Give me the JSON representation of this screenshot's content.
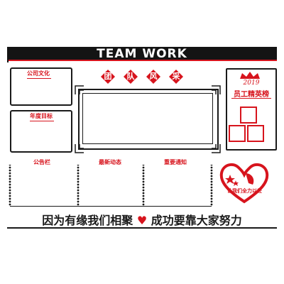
{
  "banner": {
    "title": "TEAM WORK"
  },
  "left_boxes": [
    {
      "label": "公司文化"
    },
    {
      "label": "年度目标"
    }
  ],
  "tags": [
    "团",
    "队",
    "风",
    "采"
  ],
  "employee_panel": {
    "year": "2019",
    "title": "员工精英榜"
  },
  "sections": [
    {
      "label": "公告栏"
    },
    {
      "label": "最新动态"
    },
    {
      "label": "重要通知"
    }
  ],
  "heart_badge": {
    "text": "让我们全力以赴"
  },
  "slogan": {
    "left": "因为有缘我们相聚",
    "right": "成功要靠大家努力"
  },
  "colors": {
    "accent": "#d7141d",
    "ink": "#1a1a1a"
  }
}
